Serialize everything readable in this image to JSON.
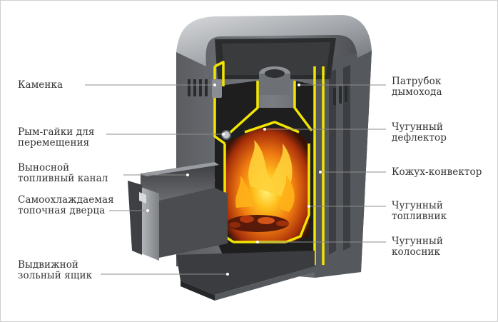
{
  "labels": {
    "kamenka": [
      "Каменка"
    ],
    "rym_gayki": [
      "Рым-гайки для",
      "перемещения"
    ],
    "vynosnoy_kanal": [
      "Выносной",
      "топливный канал"
    ],
    "samookhl_dverca": [
      "Самоохлаждаемая",
      "топочная дверца"
    ],
    "zolny_yashchik": [
      "Выдвижной",
      "зольный ящик"
    ],
    "patrubok": [
      "Патрубок",
      "дымохода"
    ],
    "deflektor": [
      "Чугунный",
      "дефлектор"
    ],
    "kozhukh": [
      "Кожух-конвектор"
    ],
    "toplivnik": [
      "Чугунный",
      "топливник"
    ],
    "kolosnik": [
      "Чугунный",
      "колосник"
    ]
  },
  "colors": {
    "body_dark": "#4a4c50",
    "body_mid": "#6b6e73",
    "body_light": "#b7babe",
    "cutaway_yellow": "#f2e600",
    "fire_orange": "#f07a10",
    "fire_core": "#ffd23a",
    "leader_line": "#8c8c8c",
    "text": "#333333"
  }
}
